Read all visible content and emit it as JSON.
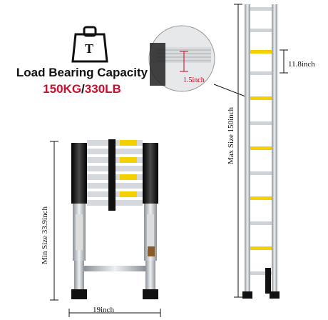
{
  "weight_icon": {
    "icon": "weight-icon",
    "letter": "T"
  },
  "load": {
    "title": "Load Bearing Capacity",
    "value_kg": "150KG",
    "value_sep": "/",
    "value_lb": "330LB"
  },
  "dimensions": {
    "width": "19inch",
    "min_size": "Min Size 33.9inch",
    "max_size": "Max Size 150inch",
    "rung_spacing": "11.8inch",
    "rung_depth": "1.5inch"
  },
  "colors": {
    "accent_red": "#c8102e",
    "rung_yellow": "#f5d000",
    "rail_silver": "#c7cbd0",
    "rail_black": "#1a1a1a"
  }
}
